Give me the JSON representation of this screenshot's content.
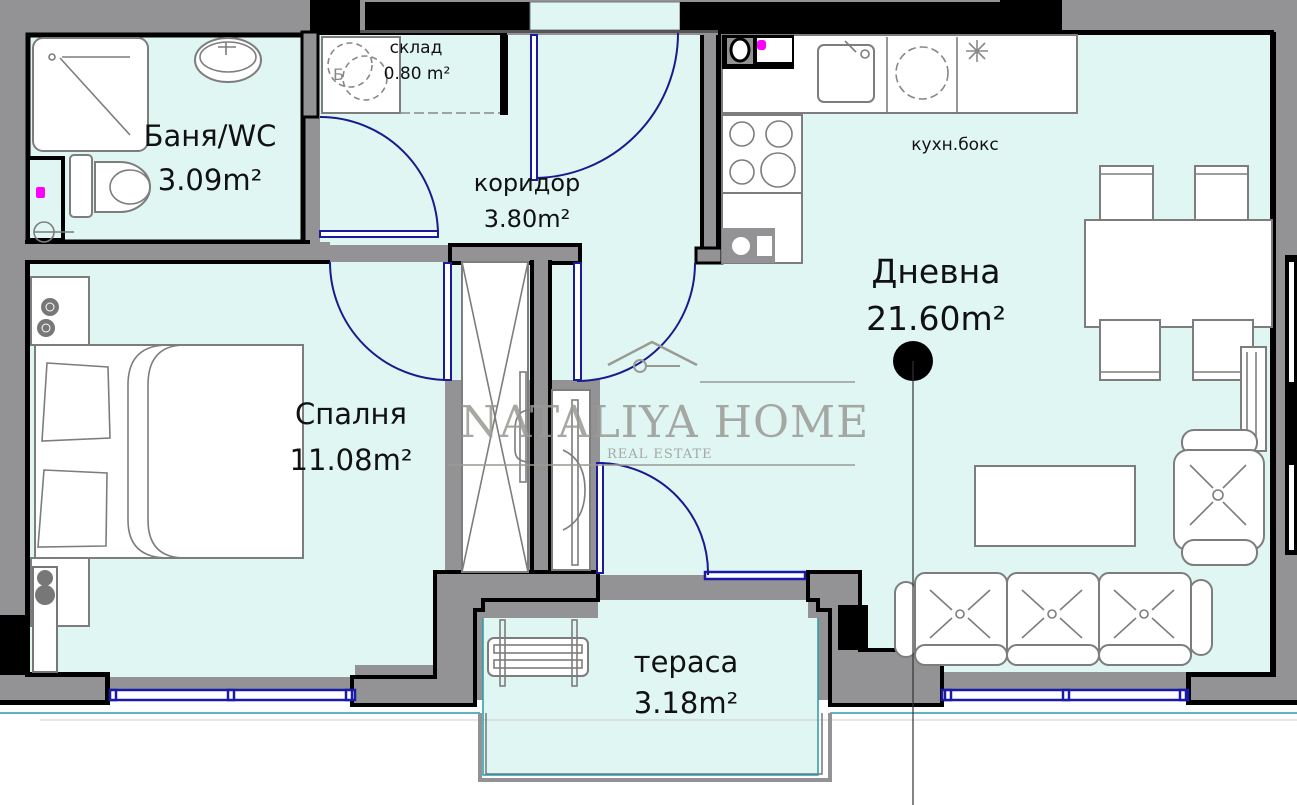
{
  "plan": {
    "title": "Apartment floor plan",
    "colors": {
      "floor": "#dff6f3",
      "wall_outer": "#939395",
      "wall_line": "#000000",
      "door_arc": "#1a1a8c",
      "window": "#1a1aa8",
      "furniture_stroke": "#7d7d7d",
      "plumbing_marker": "#ff00ff",
      "balcony_edge": "#2a9aa8"
    },
    "rooms": [
      {
        "id": "bathroom",
        "name": "Баня/WC",
        "area": "3.09m²"
      },
      {
        "id": "storage",
        "name": "склад",
        "area": "0.80 m²"
      },
      {
        "id": "corridor",
        "name": "коридор",
        "area": "3.80m²"
      },
      {
        "id": "kitchen",
        "name": "кухн.бокс",
        "area": ""
      },
      {
        "id": "living",
        "name": "Дневна",
        "area": "21.60m²"
      },
      {
        "id": "bedroom",
        "name": "Спалня",
        "area": "11.08m²"
      },
      {
        "id": "terrace",
        "name": "тераса",
        "area": "3.18m²"
      }
    ],
    "storage_symbol": "Б",
    "watermark": {
      "brand": "NATALIYA HOME",
      "subtitle": "REAL ESTATE"
    }
  }
}
